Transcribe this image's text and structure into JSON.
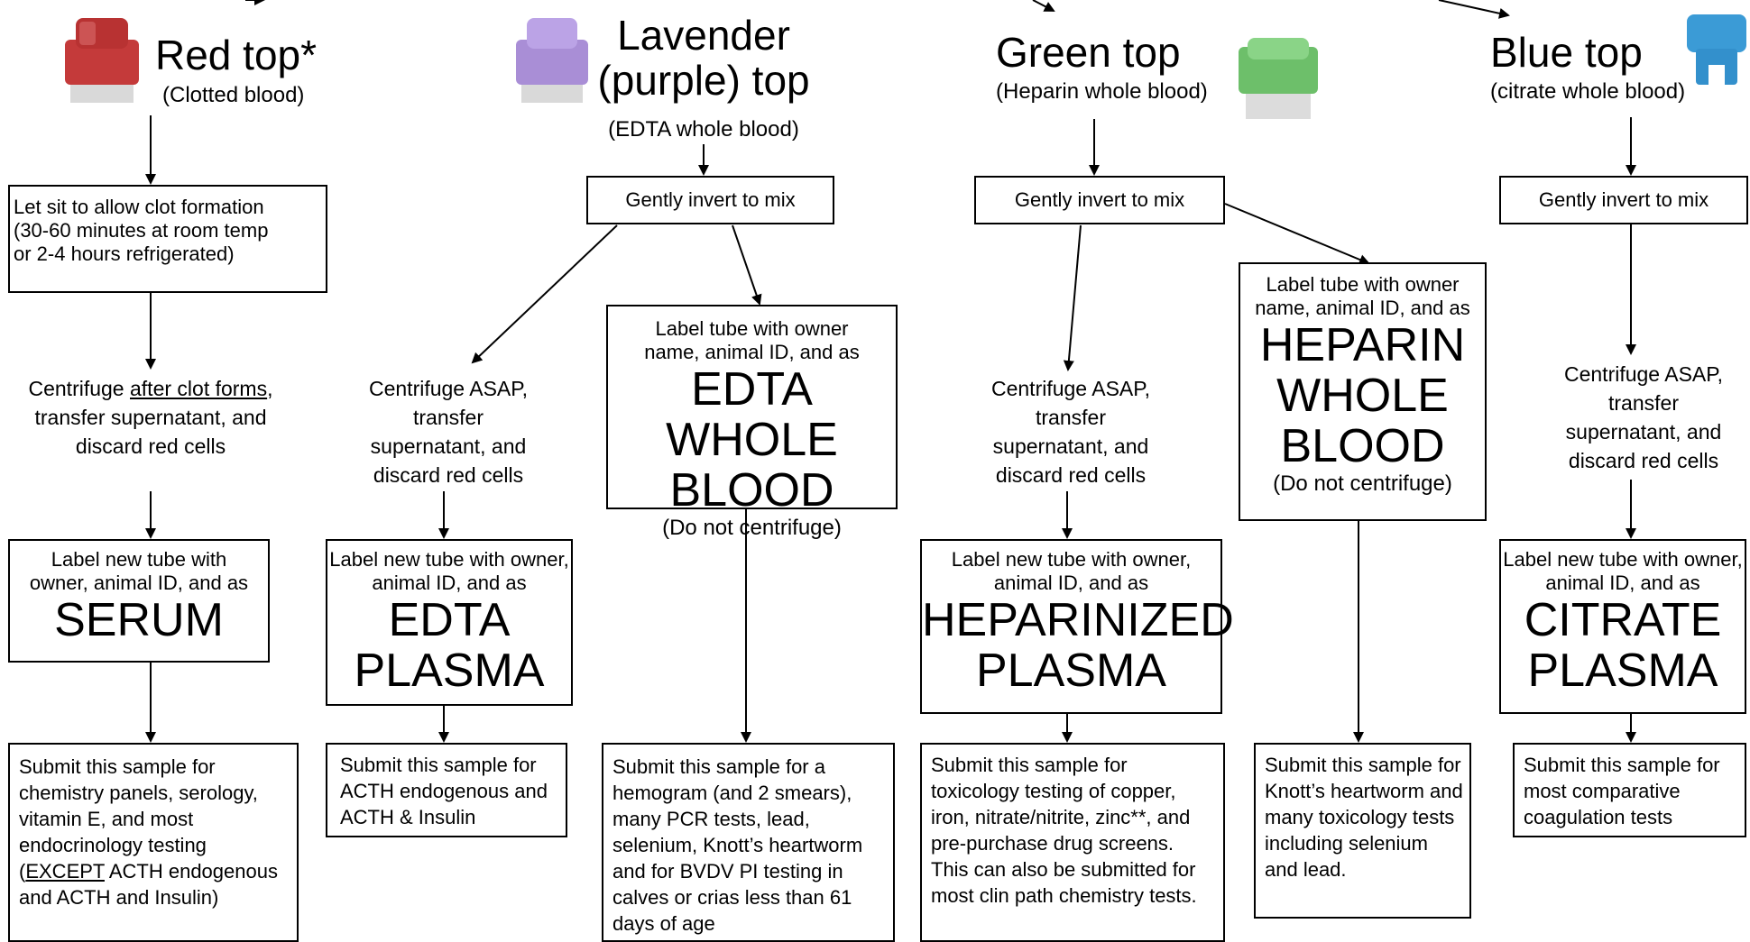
{
  "columns": {
    "red": {
      "title": "Red top*",
      "subtitle": "(Clotted blood)",
      "cap_color": "#c43a3a",
      "step1": [
        "Let sit to allow clot formation",
        "(30-60 minutes at room temp",
        "or 2-4 hours refrigerated)"
      ],
      "step2": {
        "pre": "Centrifuge ",
        "underlined": "after clot forms",
        "post": ", transfer supernatant, and discard red cells"
      },
      "label_intro": "Label new tube with owner, animal ID, and as",
      "label_big": "SERUM",
      "submit": {
        "pre": "Submit this sample for chemistry panels, serology, vitamin E, and most endocrinology testing (",
        "underlined": "EXCEPT",
        "post": " ACTH endogenous and ACTH and Insulin)"
      }
    },
    "lavender": {
      "title_line1": "Lavender",
      "title_line2": "(purple) top",
      "subtitle": "(EDTA whole blood)",
      "cap_color": "#a98ed6",
      "mix": "Gently invert to mix",
      "centrifuge": "Centrifuge ASAP, transfer supernatant, and discard red cells",
      "plasma_intro": "Label new tube with owner, animal ID, and as",
      "plasma_big1": "EDTA",
      "plasma_big2": "PLASMA",
      "plasma_submit": "Submit this sample for ACTH endogenous and ACTH & Insulin",
      "whole_intro": "Label tube with owner name, animal ID, and as",
      "whole_big1": "EDTA WHOLE",
      "whole_big2": "BLOOD",
      "whole_note": "(Do not centrifuge)",
      "whole_submit": "Submit this sample for a hemogram (and 2 smears), many PCR tests, lead, selenium, Knott’s heartworm and for BVDV PI testing in calves or crias less than 61 days of age"
    },
    "green": {
      "title": "Green top",
      "subtitle": "(Heparin whole blood)",
      "cap_color": "#6dbf6a",
      "mix": "Gently invert to mix",
      "centrifuge": "Centrifuge ASAP, transfer supernatant, and discard red cells",
      "plasma_intro": "Label new tube with owner, animal ID, and as",
      "plasma_big1": "HEPARINIZED",
      "plasma_big2": "PLASMA",
      "plasma_submit": "Submit this sample for toxicology testing of copper, iron, nitrate/nitrite, zinc**, and pre-purchase drug screens. This can also be submitted for most clin path chemistry tests.",
      "whole_intro": "Label tube with owner name, animal ID, and as",
      "whole_big1": "HEPARIN",
      "whole_big2": "WHOLE",
      "whole_big3": "BLOOD",
      "whole_note": "(Do not centrifuge)",
      "whole_submit": "Submit this sample for Knott’s heartworm and many toxicology tests including selenium and lead."
    },
    "blue": {
      "title": "Blue top",
      "subtitle": "(citrate whole blood)",
      "cap_color": "#3b9bd6",
      "mix": "Gently invert to mix",
      "centrifuge": "Centrifuge ASAP, transfer supernatant, and discard red cells",
      "plasma_intro": "Label new tube with owner, animal ID, and as",
      "plasma_big1": "CITRATE",
      "plasma_big2": "PLASMA",
      "plasma_submit": "Submit this sample for most comparative coagulation tests"
    }
  }
}
